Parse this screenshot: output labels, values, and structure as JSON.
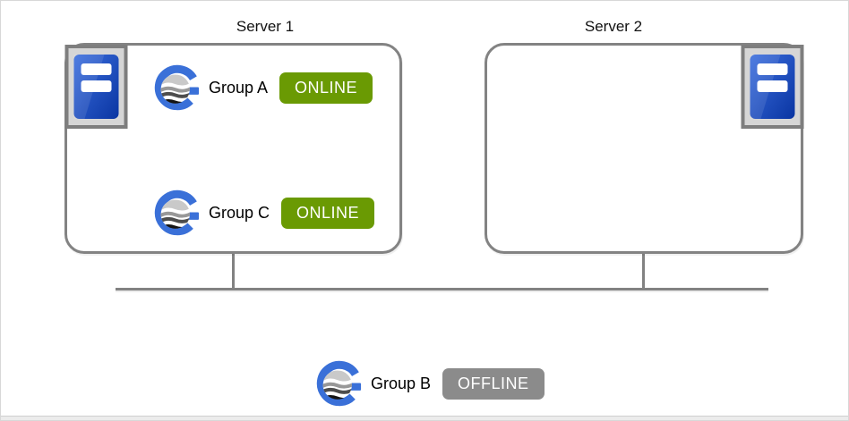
{
  "servers": [
    {
      "label": "Server 1",
      "groups": [
        {
          "name": "Group A",
          "status": "ONLINE"
        },
        {
          "name": "Group C",
          "status": "ONLINE"
        }
      ]
    },
    {
      "label": "Server 2",
      "groups": []
    }
  ],
  "standalone_group": {
    "name": "Group B",
    "status": "OFFLINE"
  },
  "icons": {
    "server": "server-icon",
    "group_logo": "group-logo-icon"
  },
  "colors": {
    "status_online": "#6a9a03",
    "status_offline": "#8b8b8b",
    "connector_line": "#828282",
    "box_border": "#838383",
    "logo_blue": "#3a70d8",
    "server_icon_blue_light": "#3b6ede",
    "server_icon_blue_dark": "#0a35a2",
    "server_icon_frame": "#d6d6d6"
  }
}
